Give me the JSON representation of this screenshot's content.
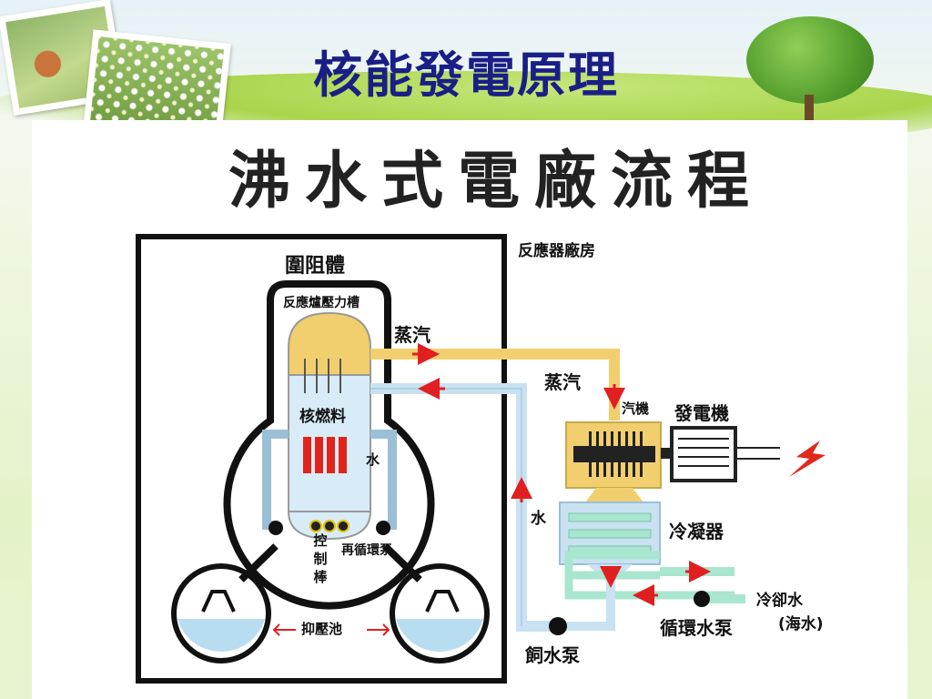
{
  "slide": {
    "title": "核能發電原理"
  },
  "diagram": {
    "title": "沸水式電廠流程",
    "labels": {
      "containment": "圍阻體",
      "reactor_building": "反應器廠房",
      "pressure_vessel": "反應爐壓力槽",
      "steam_top": "蒸汽",
      "steam_right": "蒸汽",
      "nuclear_fuel": "核燃料",
      "water_inside": "水",
      "control_rods": "控制棒",
      "recirculation_pump": "再循環泵",
      "suppression_pool": "抑壓池",
      "turbine": "汽機",
      "generator": "發電機",
      "water_return": "水",
      "condenser": "冷凝器",
      "circulating_water_pump": "循環水泵",
      "cooling_water": "冷卻水",
      "seawater": "(海水)",
      "feedwater_pump": "飼水泵"
    },
    "colors": {
      "steam": "#f1cf6e",
      "water": "#c8e2f2",
      "cooling_water": "#a8e6cf",
      "fuel_rods": "#e2231a",
      "flow_arrows": "#e02020",
      "lightning": "#e0281c"
    },
    "icons": [
      "lightning-icon",
      "flow-arrow-icon",
      "left-right-arrow-icon"
    ]
  }
}
